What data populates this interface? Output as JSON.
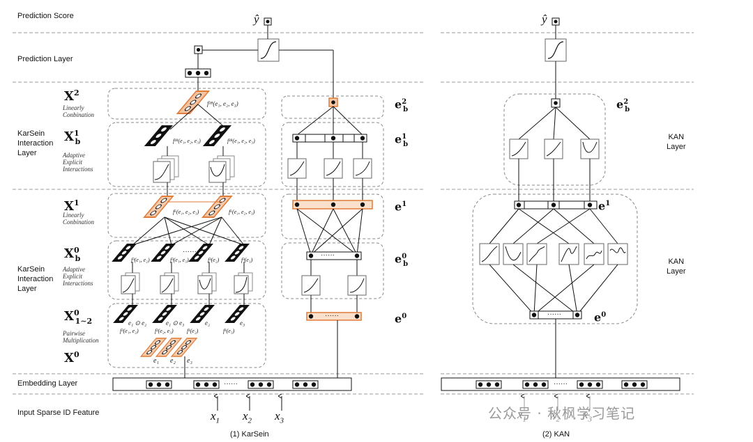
{
  "left_labels": {
    "prediction_score": "Prediction Score",
    "prediction_layer": "Prediction Layer",
    "karsein_layer_1": "KarSein\nInteraction\nLayer",
    "karsein_layer_2": "KarSein\nInteraction\nLayer",
    "embedding_layer": "Embedding Layer",
    "input_feature": "Input Sparse ID Feature"
  },
  "symbols": {
    "x2": "X",
    "x2_sup": "2",
    "xb1": "X",
    "xb1_sup": "1",
    "xb1_sub": "b",
    "x1": "X",
    "x1_sup": "1",
    "xb0": "X",
    "xb0_sup": "0",
    "xb0_sub": "b",
    "x012": "X",
    "x012_sup": "0",
    "x012_sub": "1∼2",
    "x0": "X",
    "x0_sup": "0"
  },
  "descriptions": {
    "linear_combination_1": "Linearly\nConbination",
    "adaptive_1": "Adaptive\nExplicit\nInteractions",
    "linear_combination_2": "Linearly\nConbination",
    "adaptive_2": "Adaptive\nExplicit\nInteractions",
    "pairwise": "Pairwise\nMultiplication"
  },
  "formulas": {
    "f18_top": "f¹⁸(e₁, e₂, e₃)",
    "f18_left": "f¹⁸(e₁, e₂, e₃)",
    "f18_right": "f¹⁸(e₁, e₂, e₃)",
    "f6_left": "f⁶(e₁, e₂, e₃)",
    "f6_right": "f⁶(e₁, e₂, e₃)",
    "f3_a": "f³(e₁, e₂)",
    "f3_b": "f³(e₁, e₃)",
    "f3_c": "f³(e₂)",
    "f3_d": "f³(e₃)",
    "pm_a": "e₁ ⊙ e₂",
    "pm_b": "e₁ ⊙ e₃",
    "pm_c": "e₂",
    "pm_d": "e₃",
    "f2_a": "f²(e₁, e₂)",
    "f2_b": "f²(e₂, e₃)",
    "f1_c": "f¹(e₂)",
    "f1_d": "f¹(e₃)",
    "e1": "e₁",
    "e2": "e₂",
    "e3": "e₃"
  },
  "right_symbols": {
    "eb2": "e",
    "eb2_sup": "2",
    "eb2_sub": "b",
    "eb1": "e",
    "eb1_sup": "1",
    "eb1_sub": "b",
    "e1": "e",
    "e1_sup": "1",
    "eb0": "e",
    "eb0_sup": "0",
    "eb0_sub": "b",
    "e0": "e",
    "e0_sup": "0",
    "kan_eb2": "e",
    "kan_eb2_sup": "2",
    "kan_eb2_sub": "b",
    "kan_e1": "e",
    "kan_e1_sup": "1",
    "kan_e0": "e",
    "kan_e0_sup": "0"
  },
  "kan_labels": {
    "layer_top": "KAN\nLayer",
    "layer_bottom": "KAN\nLayer"
  },
  "yhat": "ŷ",
  "inputs": {
    "x1": "x",
    "x1_sub": "1",
    "x2": "x",
    "x2_sub": "2",
    "x3": "x",
    "x3_sub": "3"
  },
  "ellipsis": "······",
  "captions": {
    "left": "(1) KarSein",
    "right": "(2) KAN"
  },
  "watermark": "公众号 · 秋枫学习笔记",
  "colors": {
    "orange": "#e07b39",
    "orange_fill": "#f6c9a8",
    "dash": "#888888",
    "line": "#111111"
  }
}
